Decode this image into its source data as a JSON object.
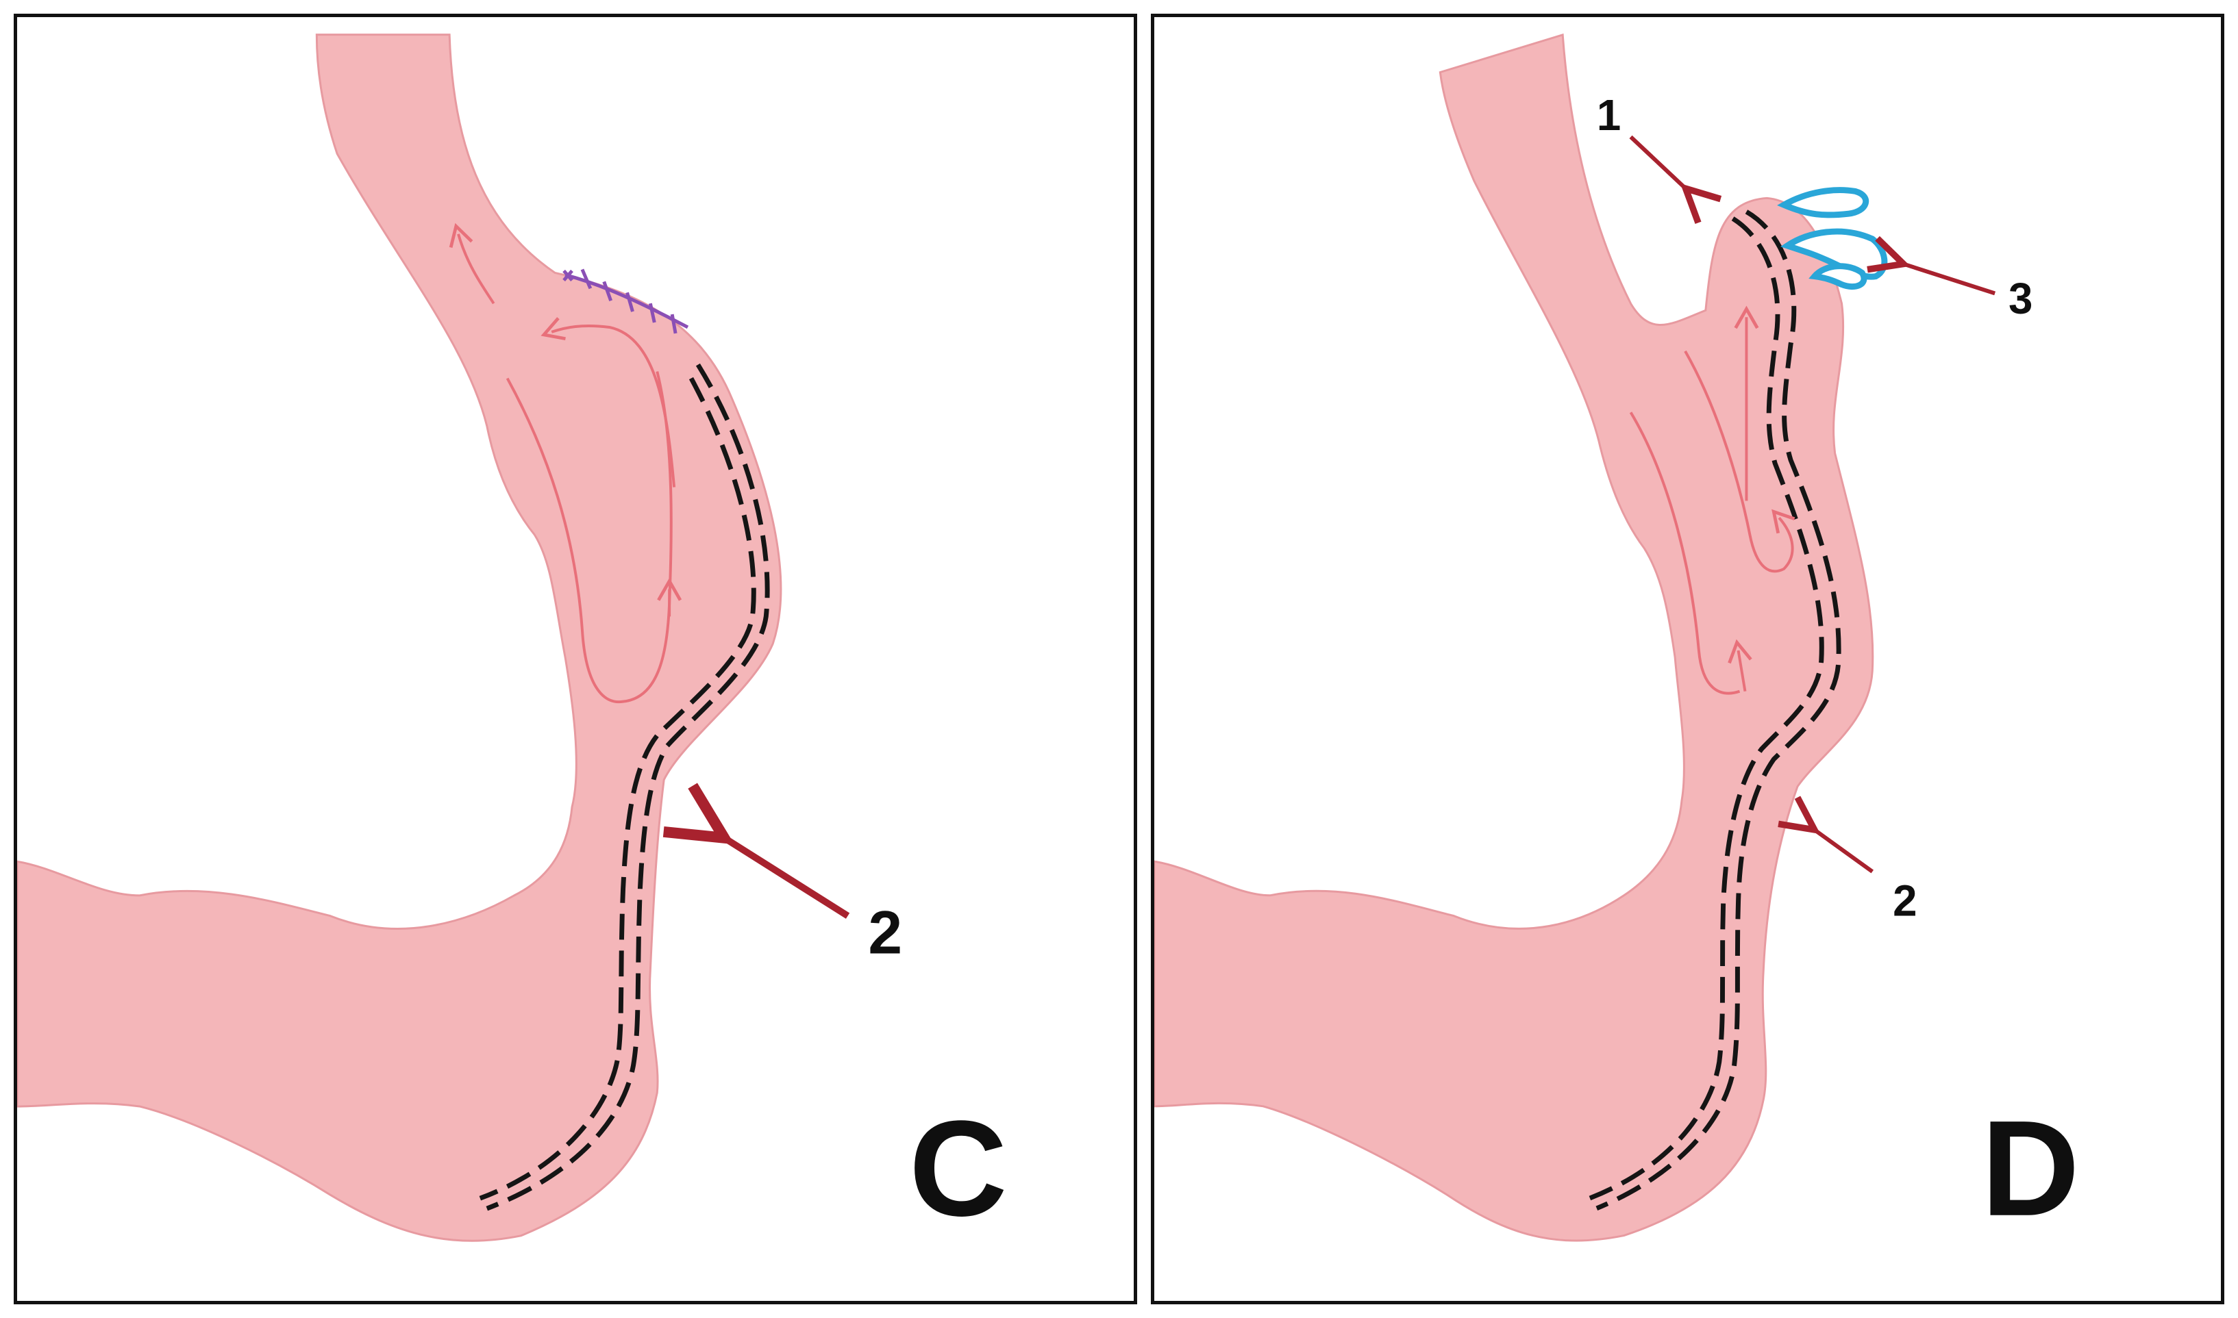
{
  "colors": {
    "tissue": "#f4b6b9",
    "tissue_edge": "#e79aa0",
    "flow_arrow": "#e8707a",
    "pointer_arrow": "#a8222e",
    "dashed_line": "#151515",
    "suture": "#8a4fb5",
    "leak": "#2aa6d8",
    "frame": "#111111"
  },
  "panels": [
    {
      "letter": "C",
      "markers": [
        {
          "label": "2",
          "icon": "pointer-arrow-icon"
        }
      ],
      "features": [
        "flow-arrows-icon",
        "suture-line-icon",
        "dashed-wall-line-icon"
      ]
    },
    {
      "letter": "D",
      "markers": [
        {
          "label": "1",
          "icon": "pointer-arrow-icon"
        },
        {
          "label": "3",
          "icon": "pointer-arrow-icon"
        },
        {
          "label": "2",
          "icon": "pointer-arrow-icon"
        }
      ],
      "features": [
        "flow-arrows-icon",
        "leak-droplets-icon",
        "dashed-wall-line-icon"
      ]
    }
  ]
}
